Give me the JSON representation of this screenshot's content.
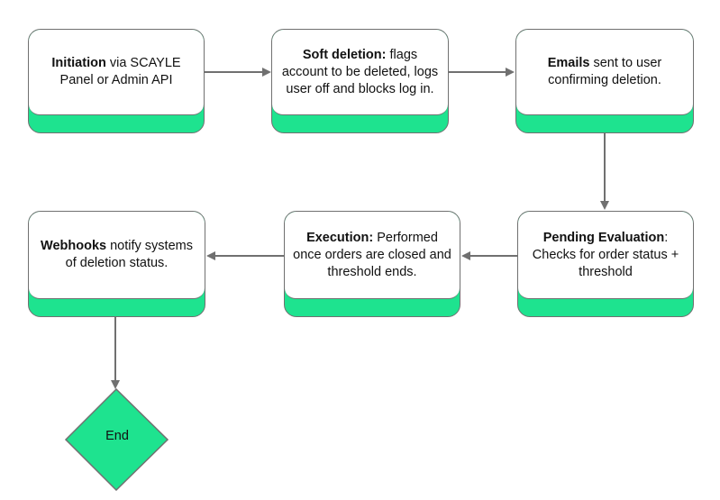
{
  "nodes": {
    "initiation": {
      "bold": "Initiation",
      "rest": " via SCAYLE Panel or Admin API"
    },
    "soft_deletion": {
      "bold": "Soft deletion:",
      "rest": " flags account to be deleted, logs user off and blocks log in."
    },
    "emails": {
      "bold": "Emails",
      "rest": " sent to user confirming deletion."
    },
    "pending": {
      "bold": "Pending Evaluation",
      "rest": ": Checks for order status + threshold"
    },
    "execution": {
      "bold": "Execution:",
      "rest": " Performed once orders are closed and threshold ends."
    },
    "webhooks": {
      "bold": "Webhooks",
      "rest": " notify systems of deletion status."
    },
    "end": {
      "label": "End"
    }
  },
  "colors": {
    "accent": "#1ee38f",
    "border": "#707070",
    "arrow": "#707070",
    "text": "#111111"
  }
}
